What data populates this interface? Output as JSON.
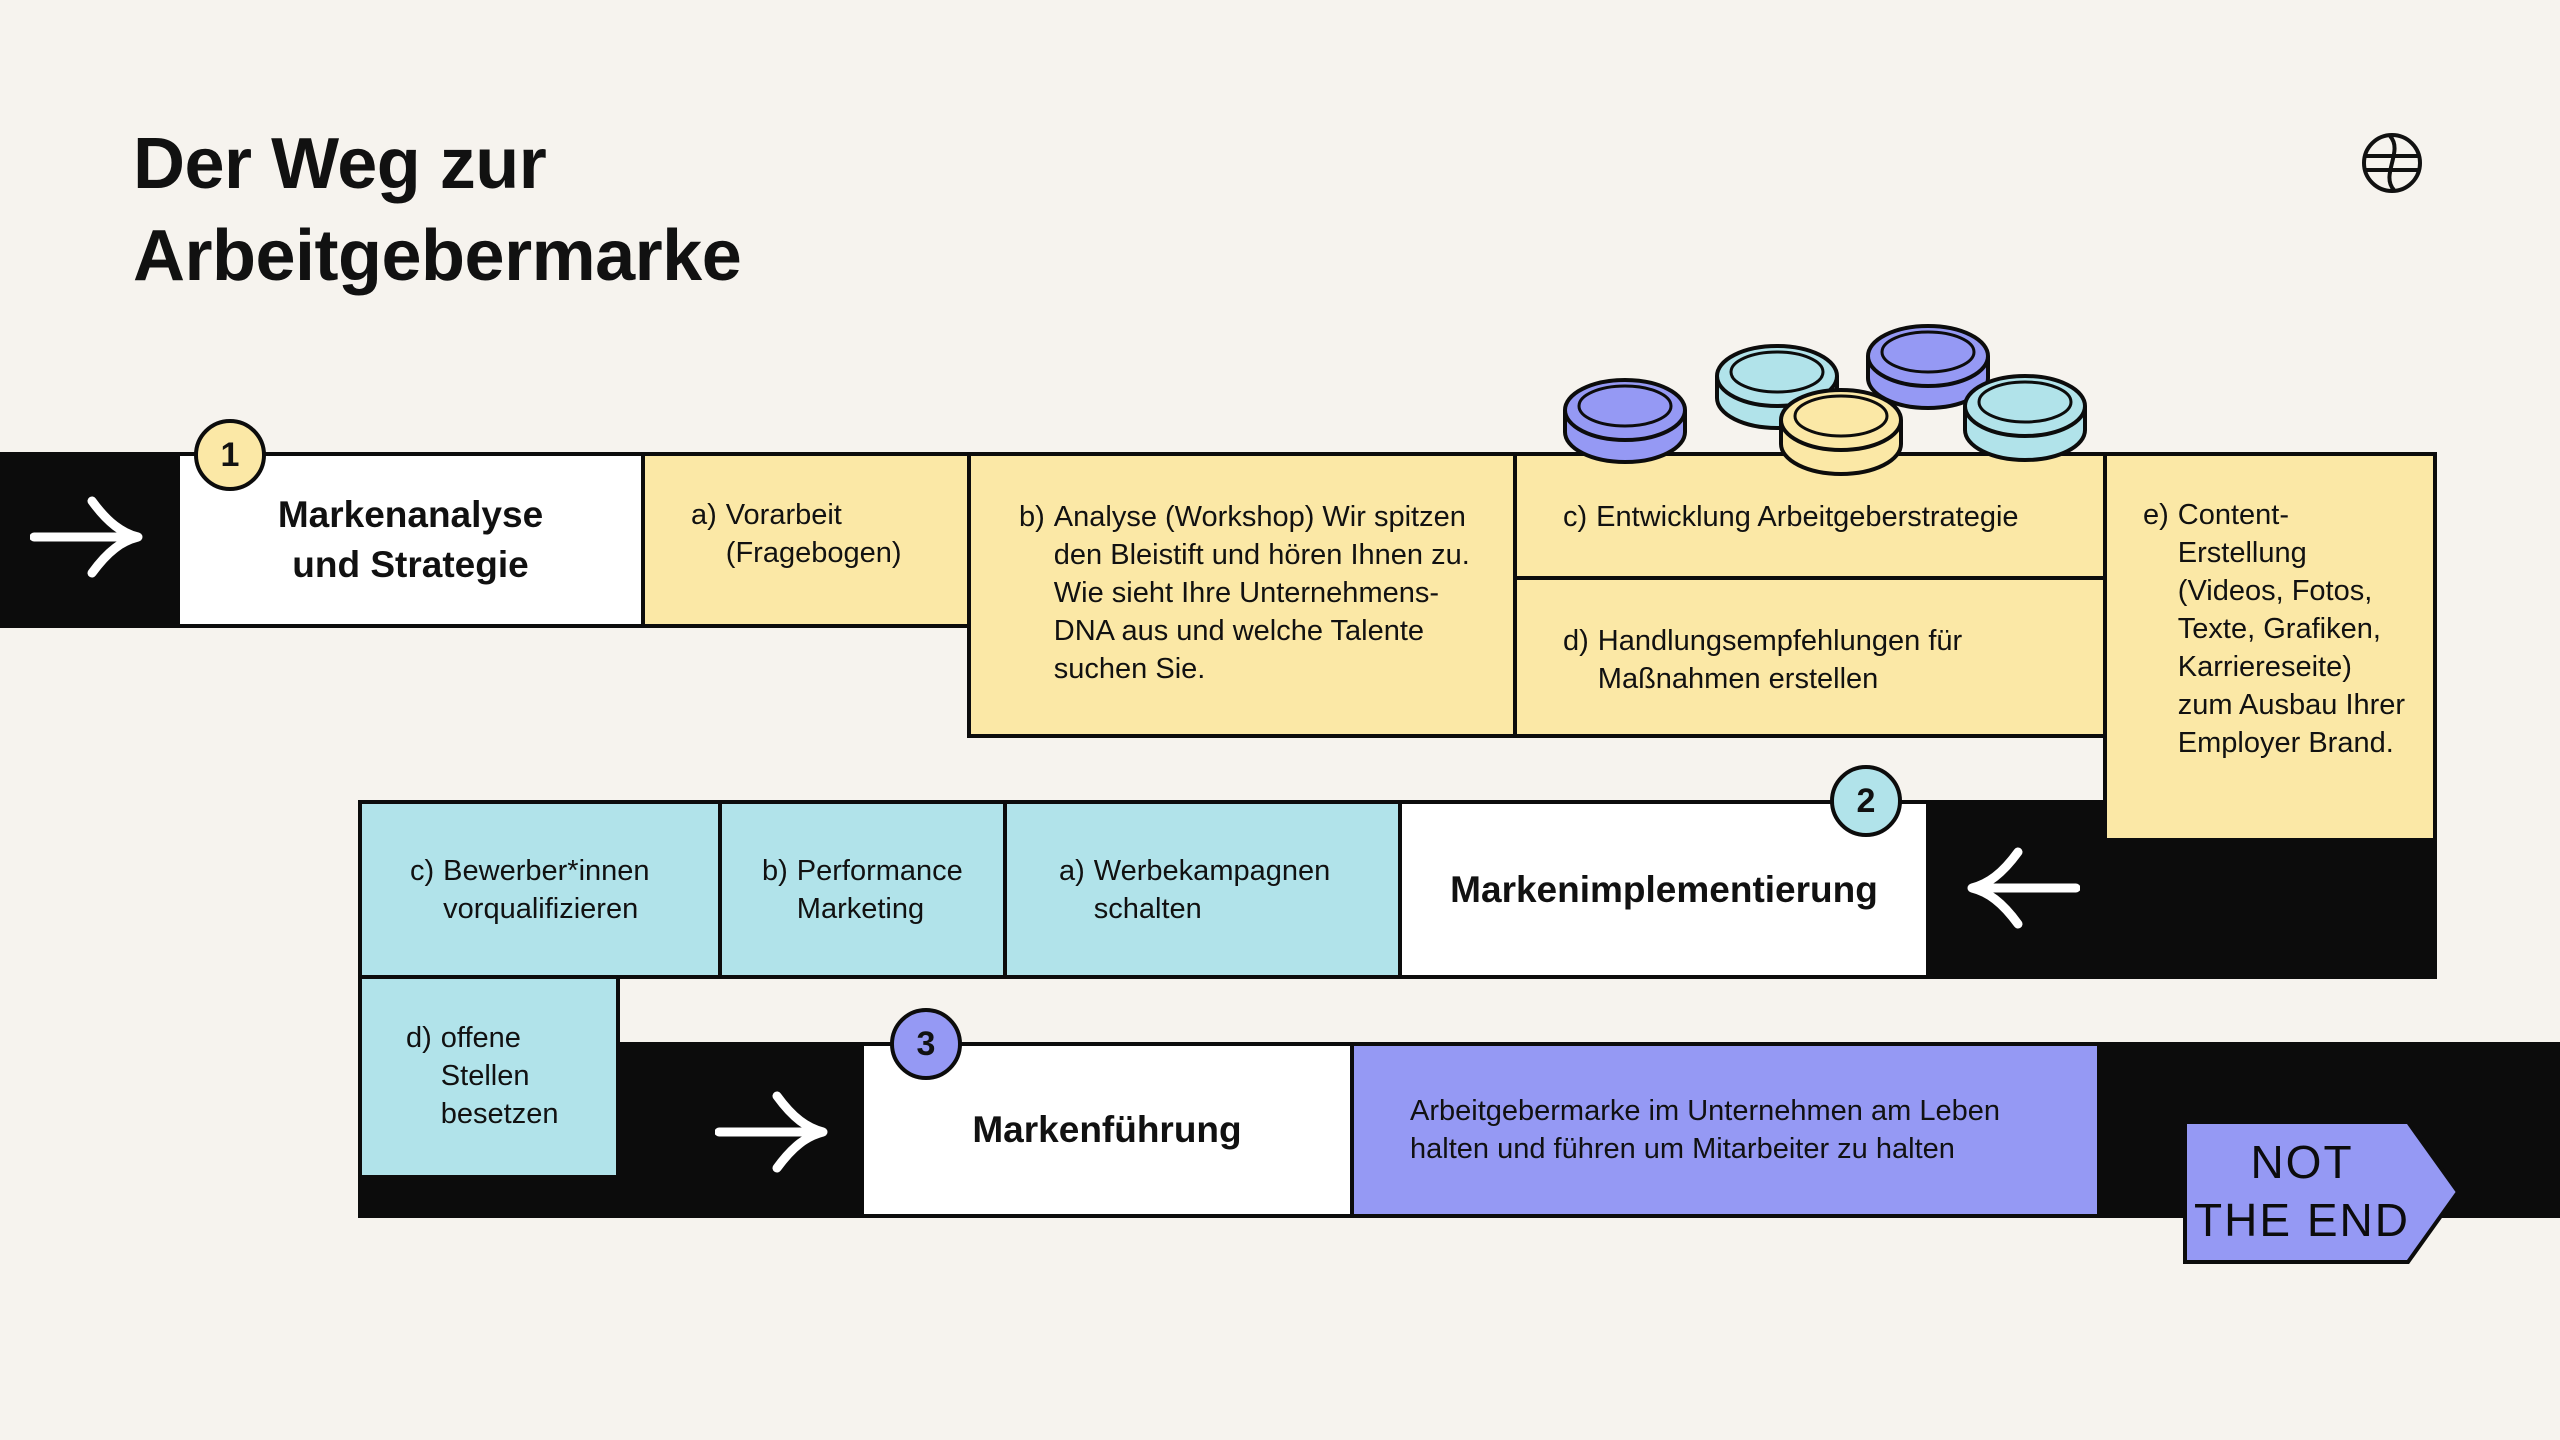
{
  "title": {
    "line1": "Der Weg zur",
    "line2": "Arbeitgebermarke"
  },
  "icons": {
    "logo": "globe-icon",
    "arrow_right": "arrow-right-icon",
    "arrow_left": "arrow-left-icon",
    "coins": "coin-stack-icon"
  },
  "colors": {
    "background": "#f6f3ee",
    "band": "#0c0c0c",
    "yellow": "#fbe8a6",
    "blue": "#b1e3ea",
    "purple": "#9599f4",
    "white": "#ffffff"
  },
  "stage1": {
    "number": "1",
    "label_line1": "Markenanalyse",
    "label_line2": "und Strategie",
    "items": [
      {
        "key": "a)",
        "text": "Vorarbeit (Fragebogen)"
      },
      {
        "key": "b)",
        "text": "Analyse (Workshop) Wir spitzen den Bleistift und hören Ihnen zu. Wie sieht Ihre Unternehmens-DNA aus und welche Talente suchen Sie."
      },
      {
        "key": "c)",
        "text": "Entwicklung Arbeitgeberstrategie"
      },
      {
        "key": "d)",
        "text": "Handlungsempfehlungen für Maßnahmen erstellen"
      },
      {
        "key": "e)",
        "text": "Content-Erstellung (Videos, Fotos, Texte, Grafiken, Karriereseite) zum Ausbau Ihrer Employer Brand."
      }
    ]
  },
  "stage2": {
    "number": "2",
    "label": "Markenimplementierung",
    "items": [
      {
        "key": "a)",
        "text": "Werbekampagnen schalten"
      },
      {
        "key": "b)",
        "text": "Performance Marketing"
      },
      {
        "key": "c)",
        "text": "Bewerber*innen vorqualifizieren"
      },
      {
        "key": "d)",
        "text": "offene Stellen besetzen"
      }
    ]
  },
  "stage3": {
    "number": "3",
    "label": "Markenführung",
    "description": "Arbeitgebermarke im Unternehmen am Leben halten und führen um Mitarbeiter zu halten"
  },
  "end_sign": {
    "line1": "NOT",
    "line2": "THE END"
  }
}
